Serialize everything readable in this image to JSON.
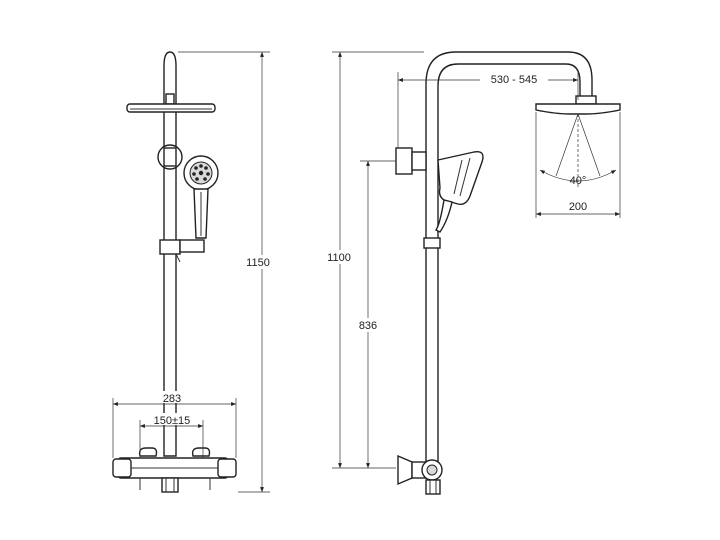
{
  "dimensions": {
    "total_height_front": "1150",
    "total_height_side": "1100",
    "slider_height": "836",
    "mixer_width": "283",
    "inlet_spacing": "150±15",
    "arm_reach": "530 - 545",
    "head_diameter": "200",
    "spray_angle": "40°"
  }
}
